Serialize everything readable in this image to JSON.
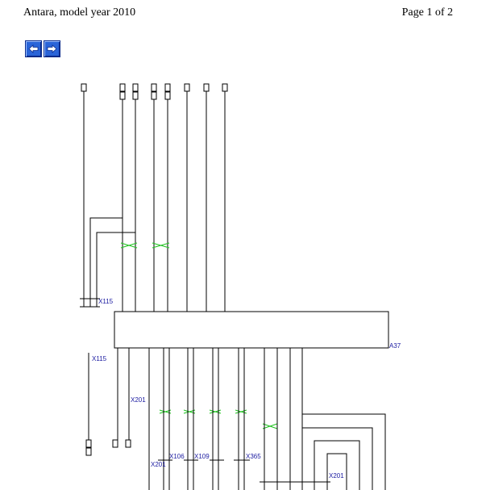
{
  "header": {
    "title": "Antara, model year 2010",
    "page": "Page 1 of 2"
  },
  "nav": {
    "prev_icon": "arrow-left-icon",
    "next_icon": "arrow-right-icon"
  },
  "diagram": {
    "connectors": {
      "x115_top": "X115",
      "x115_bottom": "X115",
      "a37": "A37",
      "x201_left": "X201",
      "x201_mid": "X201",
      "x201_right": "X201",
      "x106": "X106",
      "x109": "X109",
      "x365": "X365"
    }
  }
}
